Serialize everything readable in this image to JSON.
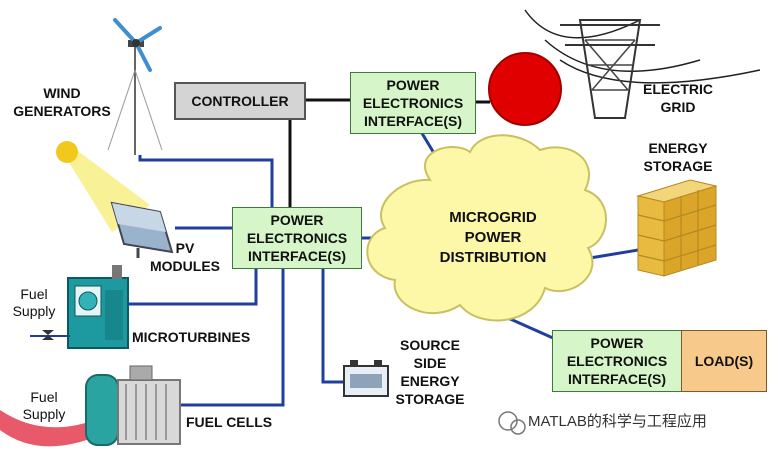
{
  "labels": {
    "wind": "WIND\nGENERATORS",
    "controller": "CONTROLLER",
    "pe_top": "POWER\nELECTRONICS\nINTERFACE(S)",
    "electric_grid": "ELECTRIC\nGRID",
    "energy_storage": "ENERGY\nSTORAGE",
    "pe_center": "POWER\nELECTRONICS\nINTERFACE(S)",
    "microgrid": "MICROGRID\nPOWER\nDISTRIBUTION",
    "pv": "PV\nMODULES",
    "fuel_supply_1": "Fuel\nSupply",
    "microturbines": "MICROTURBINES",
    "pe_load": "POWER\nELECTRONICS\nINTERFACE(S)",
    "load": "LOAD(S)",
    "source_storage": "SOURCE\nSIDE\nENERGY\nSTORAGE",
    "fuel_supply_2": "Fuel\nSupply",
    "fuel_cells": "FUEL CELLS",
    "watermark": "MATLAB的科学与工程应用"
  },
  "colors": {
    "line_blue": "#1f3fa0",
    "line_black": "#111111",
    "pe_fill": "#d6f5c8",
    "controller_fill": "#d4d4d4",
    "load_fill": "#f7c98a",
    "cloud_fill": "#fdf8a8",
    "grid_red": "#e00000"
  }
}
